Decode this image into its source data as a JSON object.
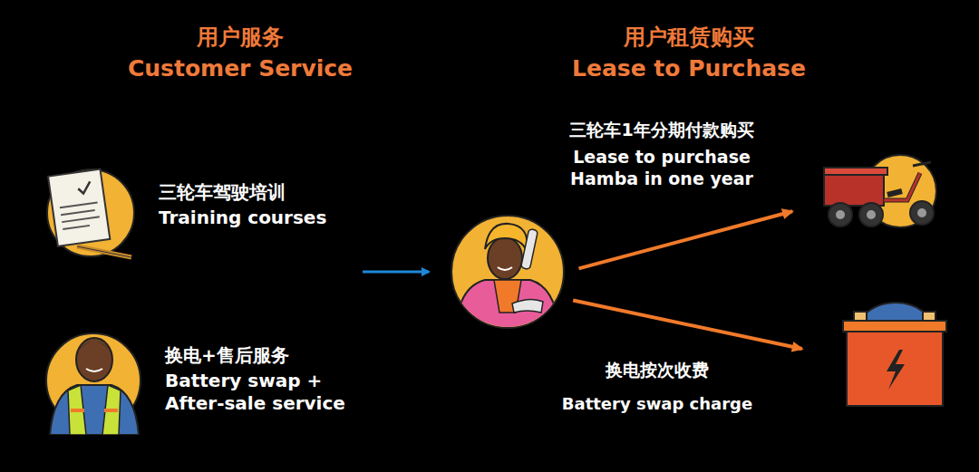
{
  "diagram": {
    "nodes": [
      {
        "text": [
          "用户服务",
          "Customer Service"
        ]
      },
      {
        "text": [
          "三轮车驾驶培训",
          "Training courses"
        ],
        "in": 0
      },
      {
        "text": [
          "换电+售后服务",
          "Battery swap + After-sale service"
        ],
        "in": 0
      },
      {
        "text": [
          "用户租赁购买",
          "Lease to Purchase"
        ]
      },
      {
        "text": [],
        "in": 3
      },
      {
        "text": [
          "三轮车1年分期付款购买",
          "Lease to purchase Hamba in one year"
        ],
        "in": 3
      },
      {
        "text": [
          "换电按次收费",
          "Battery swap charge"
        ],
        "in": 3
      }
    ],
    "edges": [
      {
        "from": 0,
        "to": 4,
        "arrow": "to"
      },
      {
        "from": 4,
        "to": 5,
        "arrow": "to"
      },
      {
        "from": 4,
        "to": 6,
        "arrow": "to"
      }
    ]
  }
}
